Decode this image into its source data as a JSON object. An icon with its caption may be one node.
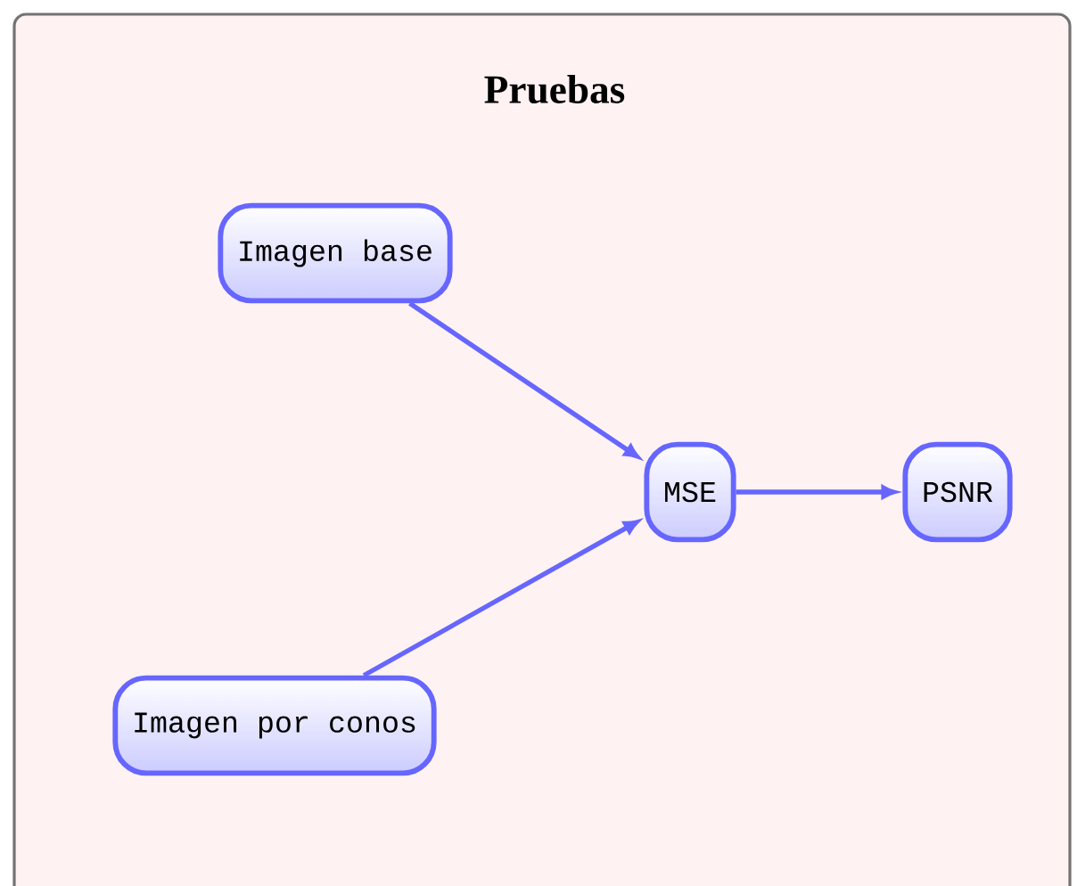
{
  "diagram": {
    "title": "Pruebas",
    "nodes": [
      {
        "text": [
          "Imagen base"
        ]
      },
      {
        "text": [
          "Imagen por conos"
        ]
      },
      {
        "text": [
          "MSE"
        ]
      },
      {
        "text": [
          "PSNR"
        ]
      }
    ],
    "edges": [
      {
        "from": 0,
        "to": 2,
        "arrow": "to"
      },
      {
        "from": 1,
        "to": 2,
        "arrow": "to"
      },
      {
        "from": 2,
        "to": 3,
        "arrow": "to"
      }
    ]
  }
}
